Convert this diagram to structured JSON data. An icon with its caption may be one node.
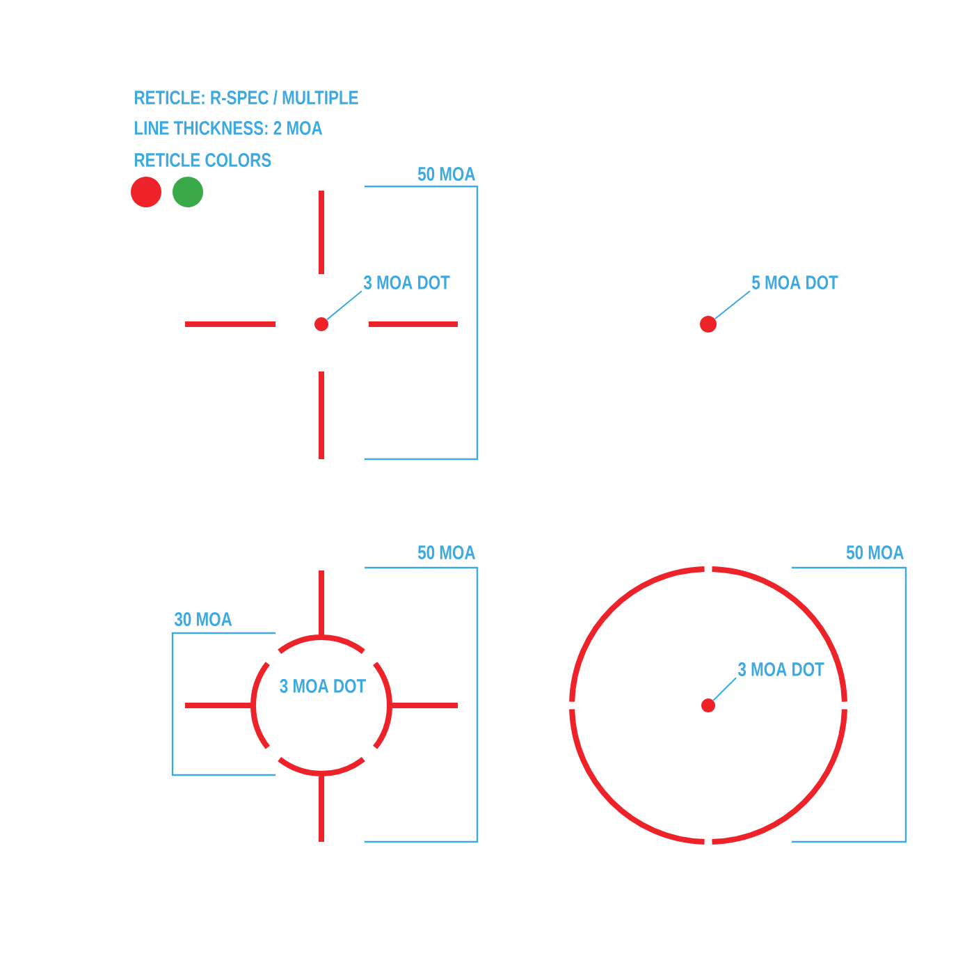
{
  "diagram": {
    "nodes": [
      {
        "text": [
          "3 MOA DOT"
        ]
      },
      {
        "text": [],
        "shape": "circle"
      },
      {
        "text": [
          "5 MOA DOT"
        ]
      },
      {
        "text": [],
        "shape": "circle"
      },
      {
        "text": [
          "3 MOA DOT"
        ]
      },
      {
        "text": [],
        "shape": "circle"
      }
    ],
    "edges": [
      {
        "from": 0,
        "to": 1,
        "arrow": "none"
      },
      {
        "from": 2,
        "to": 3,
        "arrow": "none"
      },
      {
        "from": 4,
        "to": 5,
        "arrow": "none"
      }
    ],
    "labels": [
      "RETICLE: R-SPEC / MULTIPLE",
      "LINE THICKNESS: 2 MOA",
      "RETICLE COLORS",
      "50 MOA",
      "50 MOA",
      "50 MOA",
      "30 MOA",
      "3 MOA DOT"
    ]
  }
}
